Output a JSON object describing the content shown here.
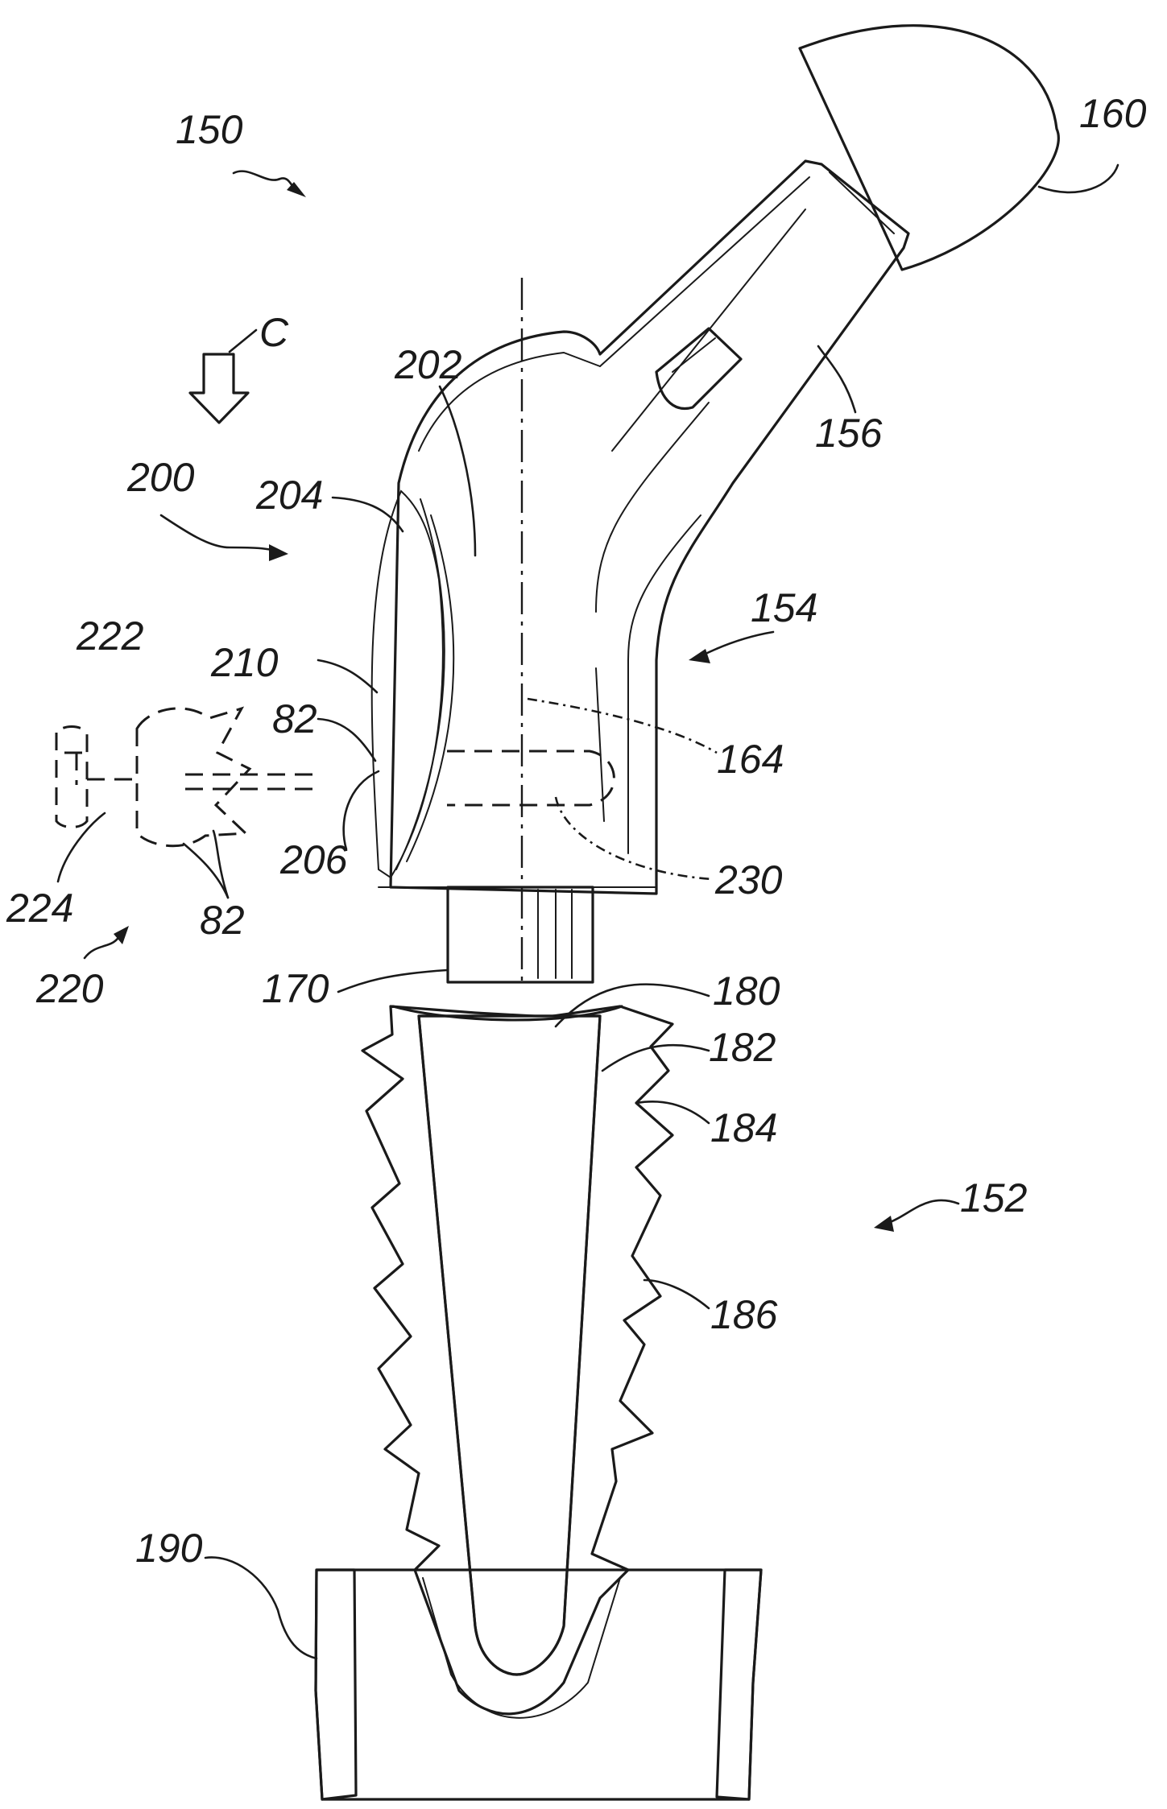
{
  "figure": {
    "labels": {
      "l150": "150",
      "l160": "160",
      "lC": "C",
      "l202": "202",
      "l156": "156",
      "l200": "200",
      "l204": "204",
      "l154": "154",
      "l222": "222",
      "l210": "210",
      "l82a": "82",
      "l164": "164",
      "l206": "206",
      "l230": "230",
      "l224": "224",
      "l82b": "82",
      "l220": "220",
      "l170": "170",
      "l180": "180",
      "l182": "182",
      "l184": "184",
      "l152": "152",
      "l186": "186",
      "l190": "190"
    }
  }
}
